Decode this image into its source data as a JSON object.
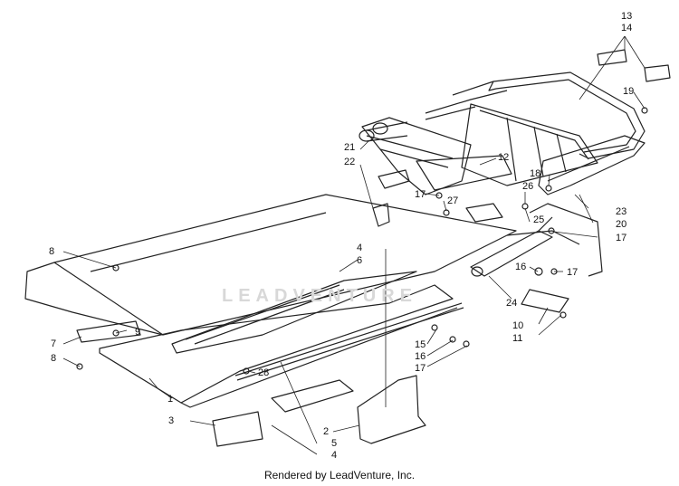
{
  "diagram": {
    "callouts": [
      {
        "id": "c13",
        "text": "13"
      },
      {
        "id": "c14",
        "text": "14"
      },
      {
        "id": "c19",
        "text": "19"
      },
      {
        "id": "c21",
        "text": "21"
      },
      {
        "id": "c22",
        "text": "22"
      },
      {
        "id": "c12",
        "text": "12"
      },
      {
        "id": "c18",
        "text": "18"
      },
      {
        "id": "c26",
        "text": "26"
      },
      {
        "id": "c17a",
        "text": "17"
      },
      {
        "id": "c27",
        "text": "27"
      },
      {
        "id": "c25",
        "text": "25"
      },
      {
        "id": "c23",
        "text": "23"
      },
      {
        "id": "c20",
        "text": "20"
      },
      {
        "id": "c17b",
        "text": "17"
      },
      {
        "id": "c8a",
        "text": "8"
      },
      {
        "id": "c4a",
        "text": "4"
      },
      {
        "id": "c6",
        "text": "6"
      },
      {
        "id": "c16a",
        "text": "16"
      },
      {
        "id": "c17c",
        "text": "17"
      },
      {
        "id": "c24",
        "text": "24"
      },
      {
        "id": "c10",
        "text": "10"
      },
      {
        "id": "c11",
        "text": "11"
      },
      {
        "id": "c7",
        "text": "7"
      },
      {
        "id": "c9",
        "text": "9"
      },
      {
        "id": "c8b",
        "text": "8"
      },
      {
        "id": "c15",
        "text": "15"
      },
      {
        "id": "c16b",
        "text": "16"
      },
      {
        "id": "c17d",
        "text": "17"
      },
      {
        "id": "c28",
        "text": "28"
      },
      {
        "id": "c1",
        "text": "1"
      },
      {
        "id": "c3",
        "text": "3"
      },
      {
        "id": "c2",
        "text": "2"
      },
      {
        "id": "c5",
        "text": "5"
      },
      {
        "id": "c4b",
        "text": "4"
      }
    ],
    "watermark": "LEADVENTURE",
    "footer": "Rendered by LeadVenture, Inc."
  }
}
